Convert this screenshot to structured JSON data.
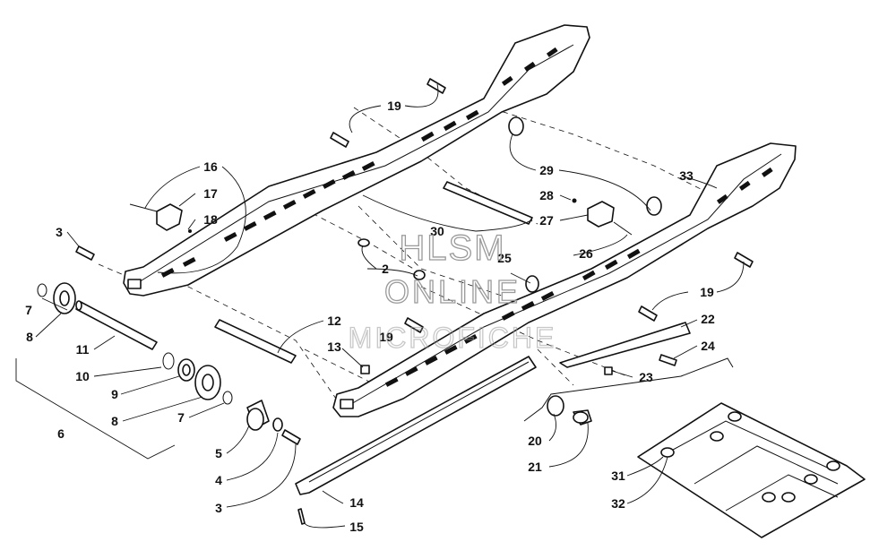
{
  "diagram": {
    "callouts": [
      {
        "id": "c2",
        "label": "2"
      },
      {
        "id": "c3a",
        "label": "3"
      },
      {
        "id": "c3b",
        "label": "3"
      },
      {
        "id": "c4",
        "label": "4"
      },
      {
        "id": "c5",
        "label": "5"
      },
      {
        "id": "c6",
        "label": "6"
      },
      {
        "id": "c7a",
        "label": "7"
      },
      {
        "id": "c7b",
        "label": "7"
      },
      {
        "id": "c8a",
        "label": "8"
      },
      {
        "id": "c8b",
        "label": "8"
      },
      {
        "id": "c9",
        "label": "9"
      },
      {
        "id": "c10",
        "label": "10"
      },
      {
        "id": "c11",
        "label": "11"
      },
      {
        "id": "c12",
        "label": "12"
      },
      {
        "id": "c13",
        "label": "13"
      },
      {
        "id": "c14",
        "label": "14"
      },
      {
        "id": "c15",
        "label": "15"
      },
      {
        "id": "c16",
        "label": "16"
      },
      {
        "id": "c17",
        "label": "17"
      },
      {
        "id": "c18",
        "label": "18"
      },
      {
        "id": "c19a",
        "label": "19"
      },
      {
        "id": "c19b",
        "label": "19"
      },
      {
        "id": "c19c",
        "label": "19"
      },
      {
        "id": "c20",
        "label": "20"
      },
      {
        "id": "c21",
        "label": "21"
      },
      {
        "id": "c22",
        "label": "22"
      },
      {
        "id": "c23",
        "label": "23"
      },
      {
        "id": "c24",
        "label": "24"
      },
      {
        "id": "c25",
        "label": "25"
      },
      {
        "id": "c26",
        "label": "26"
      },
      {
        "id": "c27",
        "label": "27"
      },
      {
        "id": "c28",
        "label": "28"
      },
      {
        "id": "c29",
        "label": "29"
      },
      {
        "id": "c30",
        "label": "30"
      },
      {
        "id": "c31",
        "label": "31"
      },
      {
        "id": "c32",
        "label": "32"
      },
      {
        "id": "c33",
        "label": "33"
      }
    ]
  },
  "watermark": {
    "line1": "HLSM",
    "line2": "ONLINE",
    "line3": "MICROFICHE"
  },
  "colors": {
    "ink": "#111111",
    "watermark": "#9a9a9a",
    "background": "#ffffff"
  }
}
